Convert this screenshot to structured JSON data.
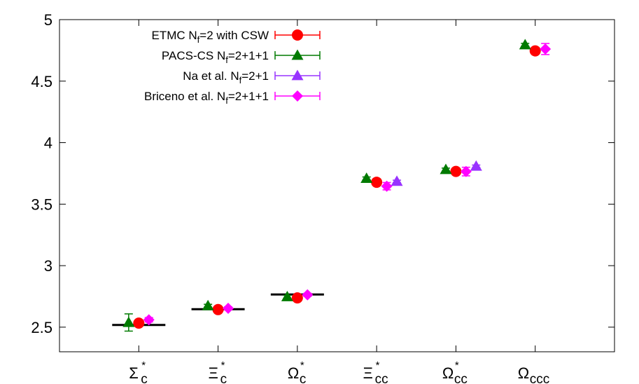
{
  "chart_data": {
    "type": "scatter",
    "title": "",
    "xlabel": "",
    "ylabel": "",
    "ylim": [
      2.3,
      5.0
    ],
    "yticks": [
      2.5,
      3,
      3.5,
      4,
      4.5,
      5
    ],
    "ytick_labels": [
      "2.5",
      "3",
      "3.5",
      "4",
      "4.5",
      "5"
    ],
    "grid": false,
    "legend_position": "top-left",
    "categories": [
      {
        "base": "Σ",
        "sup": "*",
        "sub": "c"
      },
      {
        "base": "Ξ",
        "sup": "*",
        "sub": "c"
      },
      {
        "base": "Ω",
        "sup": "*",
        "sub": "c"
      },
      {
        "base": "Ξ",
        "sup": "*",
        "sub": "cc"
      },
      {
        "base": "Ω",
        "sup": "*",
        "sub": "cc"
      },
      {
        "base": "Ω",
        "sup": "",
        "sub": "ccc"
      }
    ],
    "experimental_lines": [
      2.518,
      2.646,
      2.766,
      null,
      null,
      null
    ],
    "series": [
      {
        "name": "ETMC N_f=2 with CSW",
        "legend_parts": [
          "ETMC N",
          "f",
          "=2 with CSW"
        ],
        "marker": "circle",
        "color": "#ff0000",
        "offset": 0.0,
        "values": [
          2.533,
          2.643,
          2.738,
          3.678,
          3.766,
          4.746
        ],
        "errors": [
          0.01,
          0.01,
          0.01,
          0.01,
          0.01,
          0.01
        ]
      },
      {
        "name": "PACS-CS N_f=2+1+1",
        "legend_parts": [
          "PACS-CS N",
          "f",
          "=2+1+1"
        ],
        "marker": "triangle",
        "color": "#007a00",
        "offset": -0.15,
        "values": [
          2.538,
          2.674,
          2.747,
          3.709,
          3.781,
          4.795
        ],
        "errors": [
          0.07,
          0.012,
          0.012,
          0.012,
          0.012,
          0.012
        ]
      },
      {
        "name": "Na et al. N_f=2+1",
        "legend_parts": [
          "Na et al. N",
          "f",
          "=2+1"
        ],
        "marker": "triangle",
        "color": "#9933ff",
        "offset": 0.3,
        "values": [
          null,
          null,
          null,
          3.685,
          3.808,
          null
        ],
        "errors": [
          null,
          null,
          null,
          0.01,
          0.01,
          null
        ]
      },
      {
        "name": "Briceno et al. N_f=2+1+1",
        "legend_parts": [
          "Briceno et al. N",
          "f",
          "=2+1+1"
        ],
        "marker": "diamond",
        "color": "#ff00ff",
        "offset": 0.15,
        "values": [
          2.56,
          2.653,
          2.763,
          3.646,
          3.765,
          4.761
        ],
        "errors": [
          0.018,
          0.012,
          0.012,
          0.03,
          0.035,
          0.045
        ]
      }
    ]
  }
}
